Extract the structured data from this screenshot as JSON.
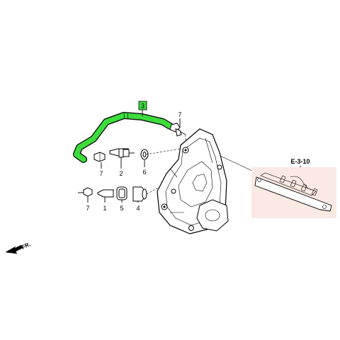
{
  "diagram": {
    "highlight_color": "#3ddc3d",
    "callouts": [
      {
        "id": "c3",
        "label": "3"
      },
      {
        "id": "c7a",
        "label": "7"
      },
      {
        "id": "c7b",
        "label": "7"
      },
      {
        "id": "c2",
        "label": "2"
      },
      {
        "id": "c6",
        "label": "6"
      },
      {
        "id": "c7c",
        "label": "7"
      },
      {
        "id": "c1",
        "label": "1"
      },
      {
        "id": "c5",
        "label": "5"
      },
      {
        "id": "c4",
        "label": "4"
      }
    ],
    "reference": "E-3-10",
    "direction": "FR."
  }
}
